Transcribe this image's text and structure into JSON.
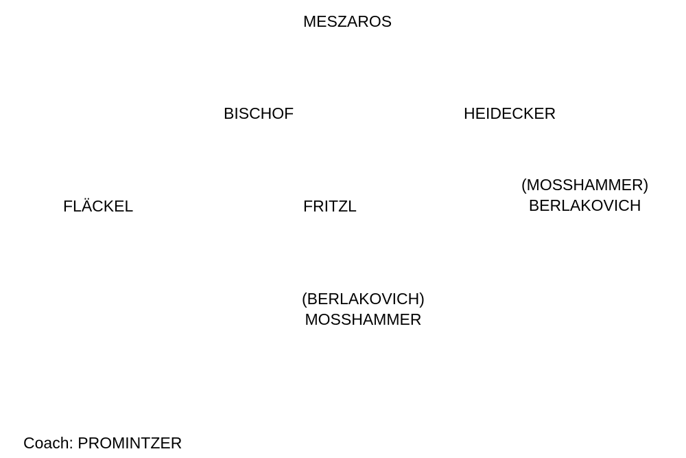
{
  "formation": {
    "players": [
      {
        "lines": [
          "MESZAROS"
        ]
      },
      {
        "lines": [
          "BISCHOF"
        ]
      },
      {
        "lines": [
          "HEIDECKER"
        ]
      },
      {
        "lines": [
          "FLÄCKEL"
        ]
      },
      {
        "lines": [
          "FRITZL"
        ]
      },
      {
        "lines": [
          "(MOSSHAMMER)",
          "BERLAKOVICH"
        ]
      },
      {
        "lines": [
          "(BERLAKOVICH)",
          "MOSSHAMMER"
        ]
      }
    ],
    "coach": "Coach: PROMINTZER"
  }
}
